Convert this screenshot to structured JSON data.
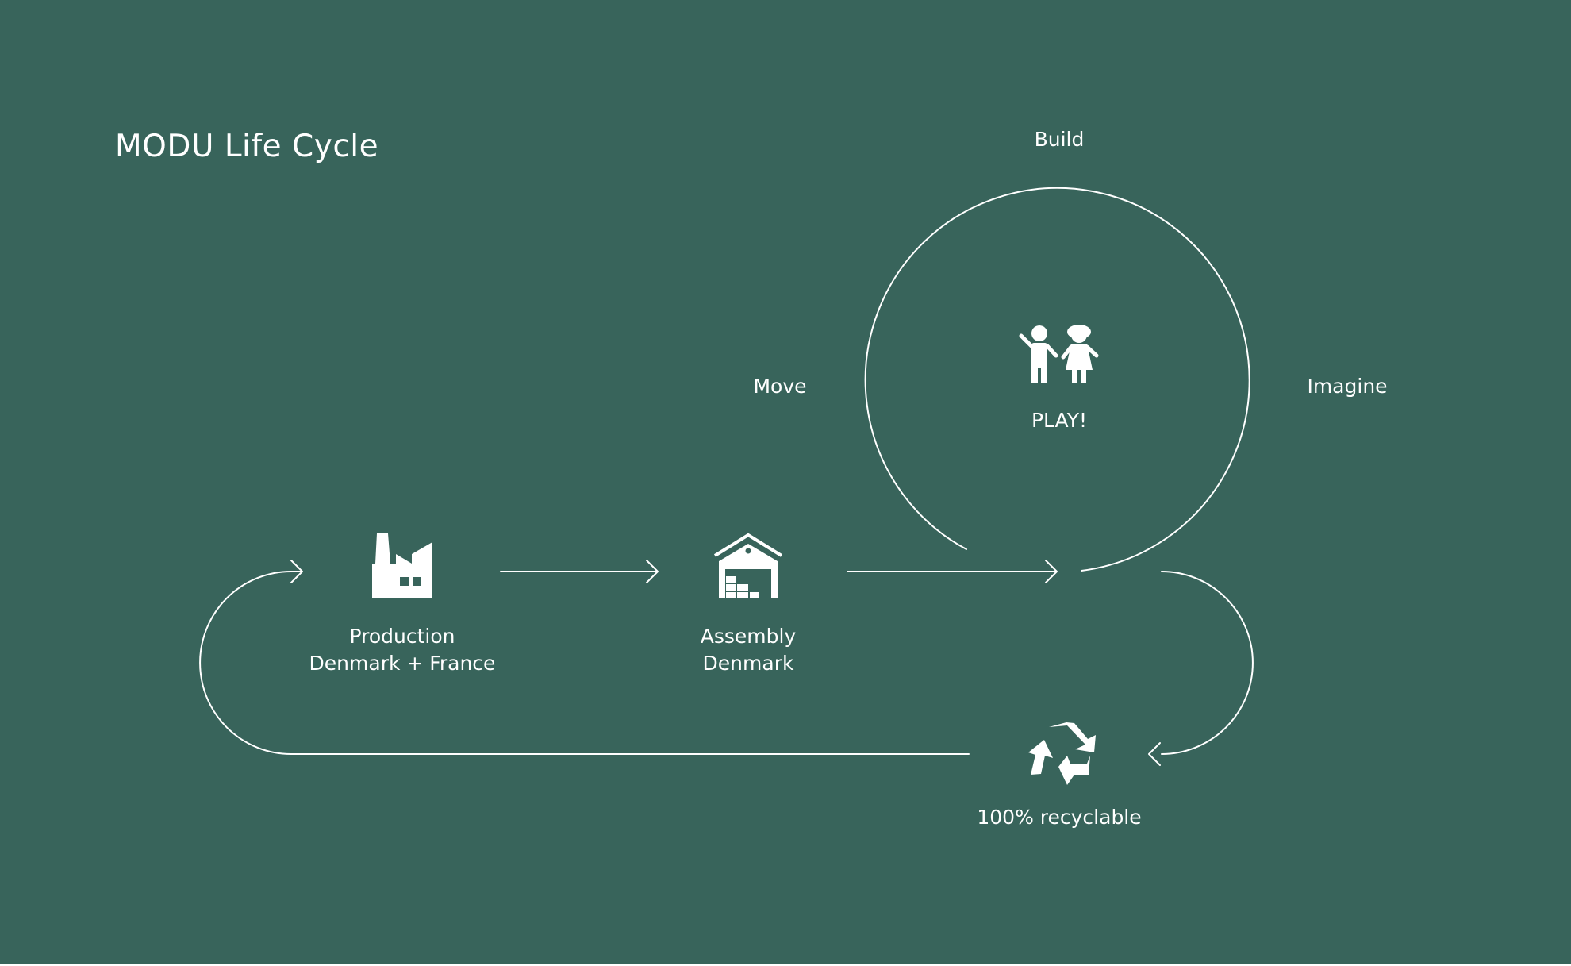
{
  "diagram": {
    "title": "MODU Life Cycle",
    "loop_labels": {
      "build": "Build",
      "move": "Move",
      "imagine": "Imagine",
      "play": "PLAY!"
    },
    "nodes": [
      {
        "id": "production",
        "line1": "Production",
        "line2": "Denmark + France",
        "icon": "factory-icon"
      },
      {
        "id": "assembly",
        "line1": "Assembly",
        "line2": "Denmark",
        "icon": "warehouse-icon"
      },
      {
        "id": "recycle",
        "line1": "100% recyclable",
        "icon": "recycle-icon"
      }
    ],
    "center_icon": "children-icon",
    "colors": {
      "background": "#38645b",
      "foreground": "#ffffff"
    }
  }
}
